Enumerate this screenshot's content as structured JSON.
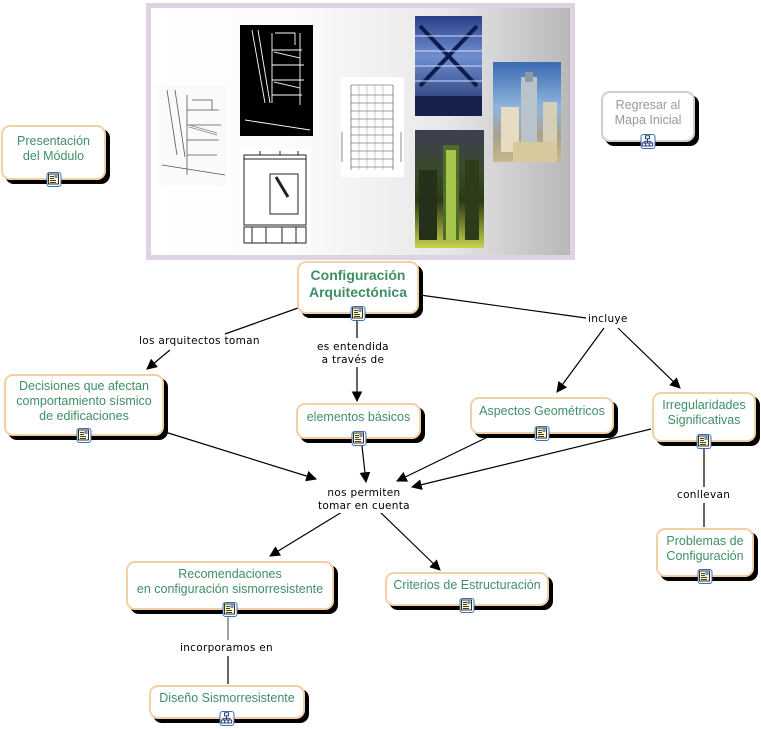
{
  "banner": {
    "images": [
      {
        "name": "sketch-light",
        "kind": "sketch"
      },
      {
        "name": "sketch-dark",
        "kind": "sketch-inverted"
      },
      {
        "name": "floor-plan",
        "kind": "plan"
      },
      {
        "name": "section-drawing",
        "kind": "drawing"
      },
      {
        "name": "atrium-photo",
        "kind": "photo"
      },
      {
        "name": "tower-night-photo",
        "kind": "photo"
      },
      {
        "name": "tower-day-photo",
        "kind": "photo"
      }
    ]
  },
  "nodes": {
    "presentacion": {
      "label": "Presentación\ndel Módulo",
      "icon": "document-icon"
    },
    "regresar": {
      "label": "Regresar al\nMapa Inicial",
      "icon": "concept-map-icon"
    },
    "configuracion": {
      "label": "Configuración\nArquitectónica",
      "icon": "document-icon"
    },
    "decisiones": {
      "label": "Decisiones que afectan\ncomportamiento sísmico\nde edificaciones",
      "icon": "document-icon"
    },
    "elementos": {
      "label": "elementos básicos",
      "icon": "document-icon"
    },
    "aspectos": {
      "label": "Aspectos Geométricos",
      "icon": "document-icon"
    },
    "irregularidades": {
      "label": "Irregularidades\nSignificativas",
      "icon": "document-icon"
    },
    "recomendaciones": {
      "label": "Recomendaciones\nen configuración sismorresistente",
      "icon": "document-icon"
    },
    "criterios": {
      "label": "Criterios de Estructuración",
      "icon": "document-icon"
    },
    "problemas": {
      "label": "Problemas de\nConfiguración",
      "icon": "document-icon"
    },
    "diseno": {
      "label": "Diseño Sismorresistente",
      "icon": "concept-map-icon"
    }
  },
  "link_labels": {
    "arquitectos": "los arquitectos toman",
    "entendida": "es entendida\na través de",
    "incluye": "incluye",
    "permiten": "nos permiten\ntomar en cuenta",
    "conllevan": "conllevan",
    "incorporamos": "incorporamos en"
  },
  "colors": {
    "node_text": "#3f8f66",
    "node_border": "#f3cfa6",
    "banner_border": "#ddd3e3",
    "link": "#000000"
  }
}
